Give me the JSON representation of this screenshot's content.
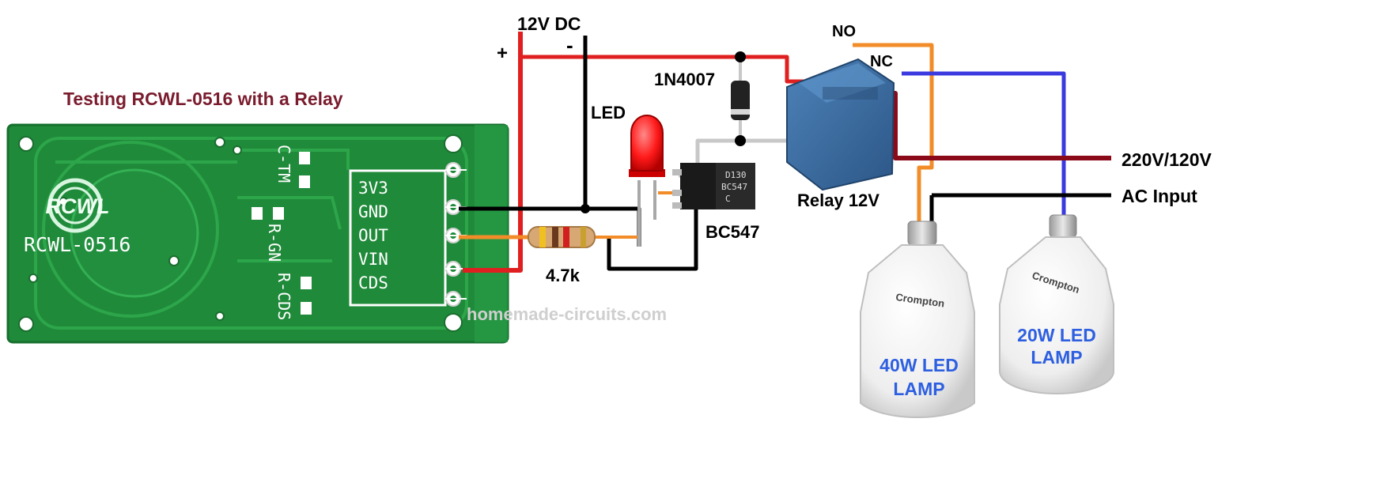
{
  "title": "Testing RCWL-0516 with a Relay",
  "watermark": "homemade-circuits.com",
  "supply": {
    "label": "12V DC",
    "plus": "+",
    "minus": "-"
  },
  "module": {
    "logo": "RCWL",
    "name": "RCWL-0516",
    "pads": [
      "C-TM",
      "R-GN",
      "R-CDS"
    ],
    "pins": [
      "3V3",
      "GND",
      "OUT",
      "VIN",
      "CDS"
    ]
  },
  "components": {
    "led": "LED",
    "diode": "1N4007",
    "resistor": "4.7k",
    "transistor": "BC547",
    "transistor_marking": [
      "D130",
      "BC547",
      "C"
    ],
    "relay": "Relay 12V",
    "relay_no": "NO",
    "relay_nc": "NC"
  },
  "ac": {
    "line1": "220V/120V",
    "line2": "AC Input"
  },
  "lamps": [
    {
      "brand": "Crompton",
      "label_line1": "40W LED",
      "label_line2": "LAMP"
    },
    {
      "brand": "Crompton",
      "label_line1": "20W LED",
      "label_line2": "LAMP"
    }
  ],
  "colors": {
    "title": "#7a1c2e",
    "pcb": "#1f8a3a",
    "pcb_trace": "#2fa84c",
    "wire_red": "#e02020",
    "wire_black": "#000000",
    "wire_orange": "#f28c28",
    "wire_blue": "#3a3adf",
    "wire_darkred": "#8b0a1a",
    "wire_gray": "#c8c8c8",
    "relay": "#3b6fa3",
    "lamp_text": "#2d5fe0"
  }
}
